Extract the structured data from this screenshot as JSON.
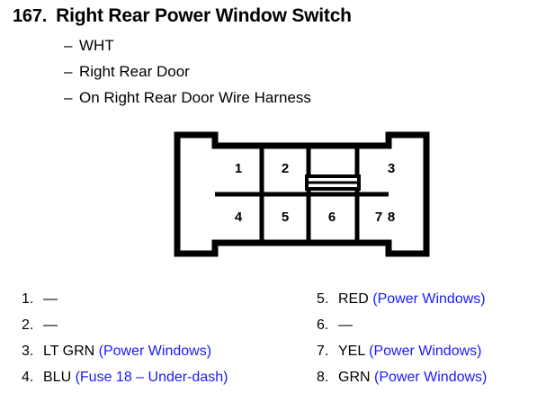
{
  "header": {
    "number": "167.",
    "title": "Right Rear Power Window Switch"
  },
  "sublines": [
    "WHT",
    "Right Rear Door",
    "On Right Rear Door Wire Harness"
  ],
  "connector": {
    "pins": [
      "1",
      "2",
      "3",
      "4",
      "5",
      "6",
      "7",
      "8"
    ],
    "outline_color": "#000000",
    "fill_color": "#ffffff"
  },
  "legend": {
    "left": [
      {
        "index": "1.",
        "name": "—",
        "note": ""
      },
      {
        "index": "2.",
        "name": "—",
        "note": ""
      },
      {
        "index": "3.",
        "name": "LT GRN",
        "note": "(Power Windows)"
      },
      {
        "index": "4.",
        "name": "BLU",
        "note": "(Fuse 18 – Under-dash)"
      }
    ],
    "right": [
      {
        "index": "5.",
        "name": "RED",
        "note": "(Power Windows)"
      },
      {
        "index": "6.",
        "name": "—",
        "note": ""
      },
      {
        "index": "7.",
        "name": "YEL",
        "note": "(Power Windows)"
      },
      {
        "index": "8.",
        "name": "GRN",
        "note": "(Power Windows)"
      }
    ]
  },
  "colors": {
    "note_blue": "#1a1aff",
    "text_black": "#000000"
  }
}
